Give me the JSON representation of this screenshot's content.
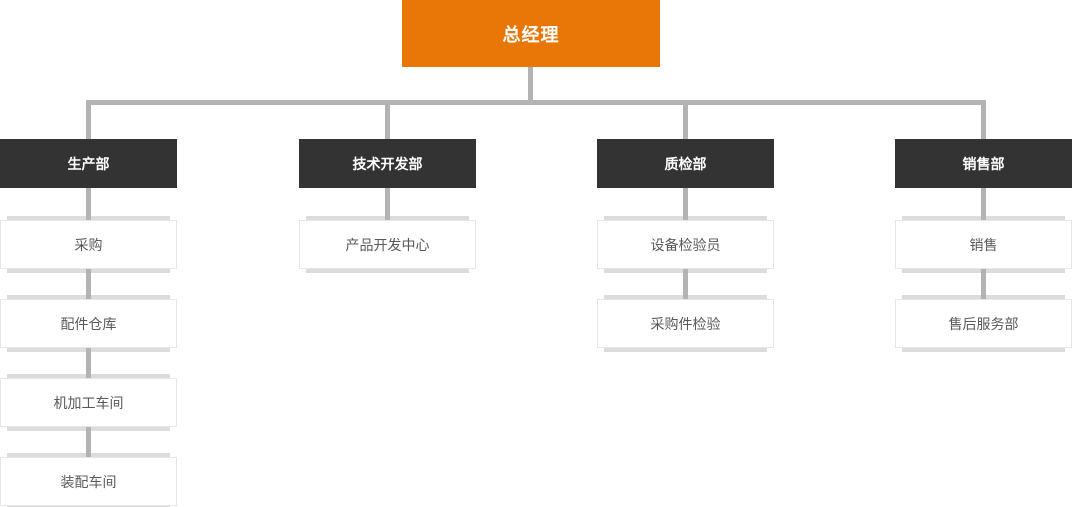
{
  "org": {
    "root": {
      "label": "总经理"
    },
    "departments": [
      {
        "label": "生产部",
        "children": [
          "采购",
          "配件仓库",
          "机加工车间",
          "装配车间"
        ]
      },
      {
        "label": "技术开发部",
        "children": [
          "产品开发中心"
        ]
      },
      {
        "label": "质检部",
        "children": [
          "设备检验员",
          "采购件检验"
        ]
      },
      {
        "label": "销售部",
        "children": [
          "销售",
          "售后服务部"
        ]
      }
    ]
  },
  "colors": {
    "canvas_bg": "#ffffff",
    "root_bg": "#e87708",
    "dept_bg": "#333333",
    "connector": "#b3b3b3",
    "leaf_border": "#e7e7e7",
    "leaf_band": "#dcdcdc",
    "leaf_text": "#595959",
    "node_text_light": "#ffffff"
  }
}
